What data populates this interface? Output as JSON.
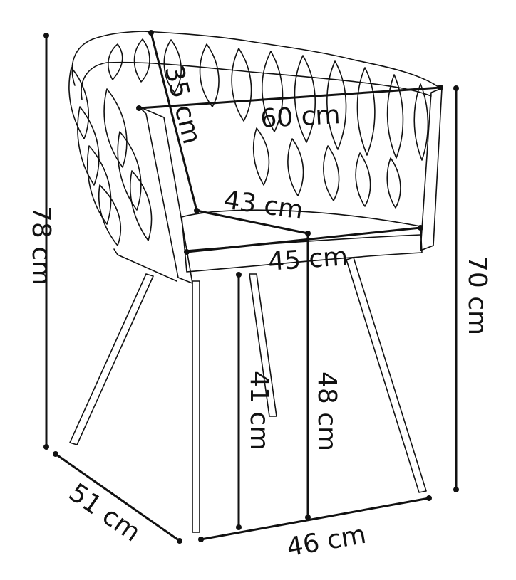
{
  "diagram": {
    "subject": "Woven armchair dimension drawing",
    "dimensions": {
      "total_height": "78 cm",
      "armrest_height": "70 cm",
      "width": "60 cm",
      "backrest_height": "35 cm",
      "seat_depth": "43 cm",
      "seat_width": "45 cm",
      "leg_height": "41 cm",
      "seat_height": "48 cm",
      "depth": "51 cm",
      "leg_span": "46 cm"
    },
    "colors": {
      "line": "#111111",
      "background": "#ffffff"
    }
  }
}
